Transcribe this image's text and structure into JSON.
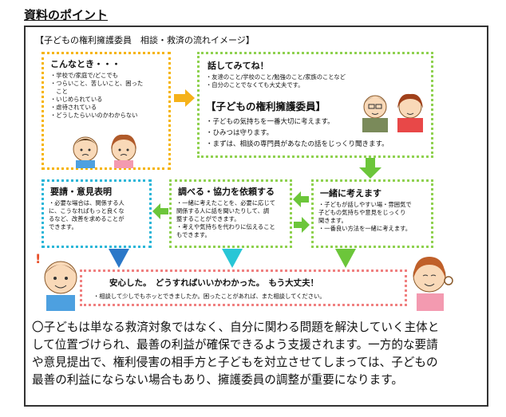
{
  "heading": "資料のポイント",
  "diagram_title": "【子どもの権利擁護委員　相談・救済の流れイメージ】",
  "box1": {
    "title": "こんなとき・・・",
    "lines": [
      "・学校で/家庭で/どこでも",
      "・つらいこと、苦しいこと、困った",
      "　こと",
      "・いじめられている",
      "・虐待されている",
      "・どうしたらいいのかわからない"
    ]
  },
  "box2": {
    "title": "話してみてね！",
    "lines": [
      "・友達のこと/学校のこと/勉強のこと/家族のことなど",
      "・自分のことでなくても大丈夫です。"
    ],
    "subtitle": "【子どもの権利擁護委員】",
    "sub_lines": [
      "・子どもの気持ちを一番大切に考えます。",
      "・ひみつは守ります。",
      "・まずは、相談の専門員があなたの話をじっくり聞きます。"
    ]
  },
  "box3": {
    "title": "要請・意見表明",
    "lines": [
      "・必要な場合は、関係する人",
      "に、こうなればもっと良くな",
      "るなど、改善を求めることが",
      "できます。"
    ]
  },
  "box4": {
    "title": "調べる・協力を依頼する",
    "lines": [
      "・一緒に考えたことを、必要に応じて",
      "関係する人に話を聞いたりして、調",
      "整することができます。",
      "・考えや気持ちを代わりに伝えること",
      "もできます。"
    ]
  },
  "box5": {
    "title": "一緒に考えます",
    "lines": [
      "・子どもが話しやすい場・雰囲気で",
      "子どもの気持ちや意見をじっくり",
      "聞きます。",
      "・一番良い方法を一緒に考えます。"
    ]
  },
  "bottom": {
    "headline": "安心した。　どうすればいいかわかった。　もう大丈夫！",
    "note": "・相談して少しでもホッとできましたか。困ったことがあれば、また相談してください。"
  },
  "paragraph": [
    "〇子どもは単なる救済対象ではなく、自分に関わる問題を解決していく主体と",
    "して位置づけられ、最善の利益が確保できるよう支援されます。一方的な要請",
    "や意見提出で、権利侵害の相手方と子どもを対立させてしまっては、子どもの",
    "最善の利益にならない場合もあり、擁護委員の調整が重要になります。"
  ],
  "colors": {
    "yellow_border": "#f6b400",
    "green_border": "#8fd14f",
    "cyan_border": "#29b6d8",
    "pink_border": "#f08080",
    "arrow_yellow": "#f5b21a",
    "arrow_green": "#6cc63a",
    "arrow_blue": "#2b78c8",
    "arrow_cyan": "#28c6d6"
  }
}
